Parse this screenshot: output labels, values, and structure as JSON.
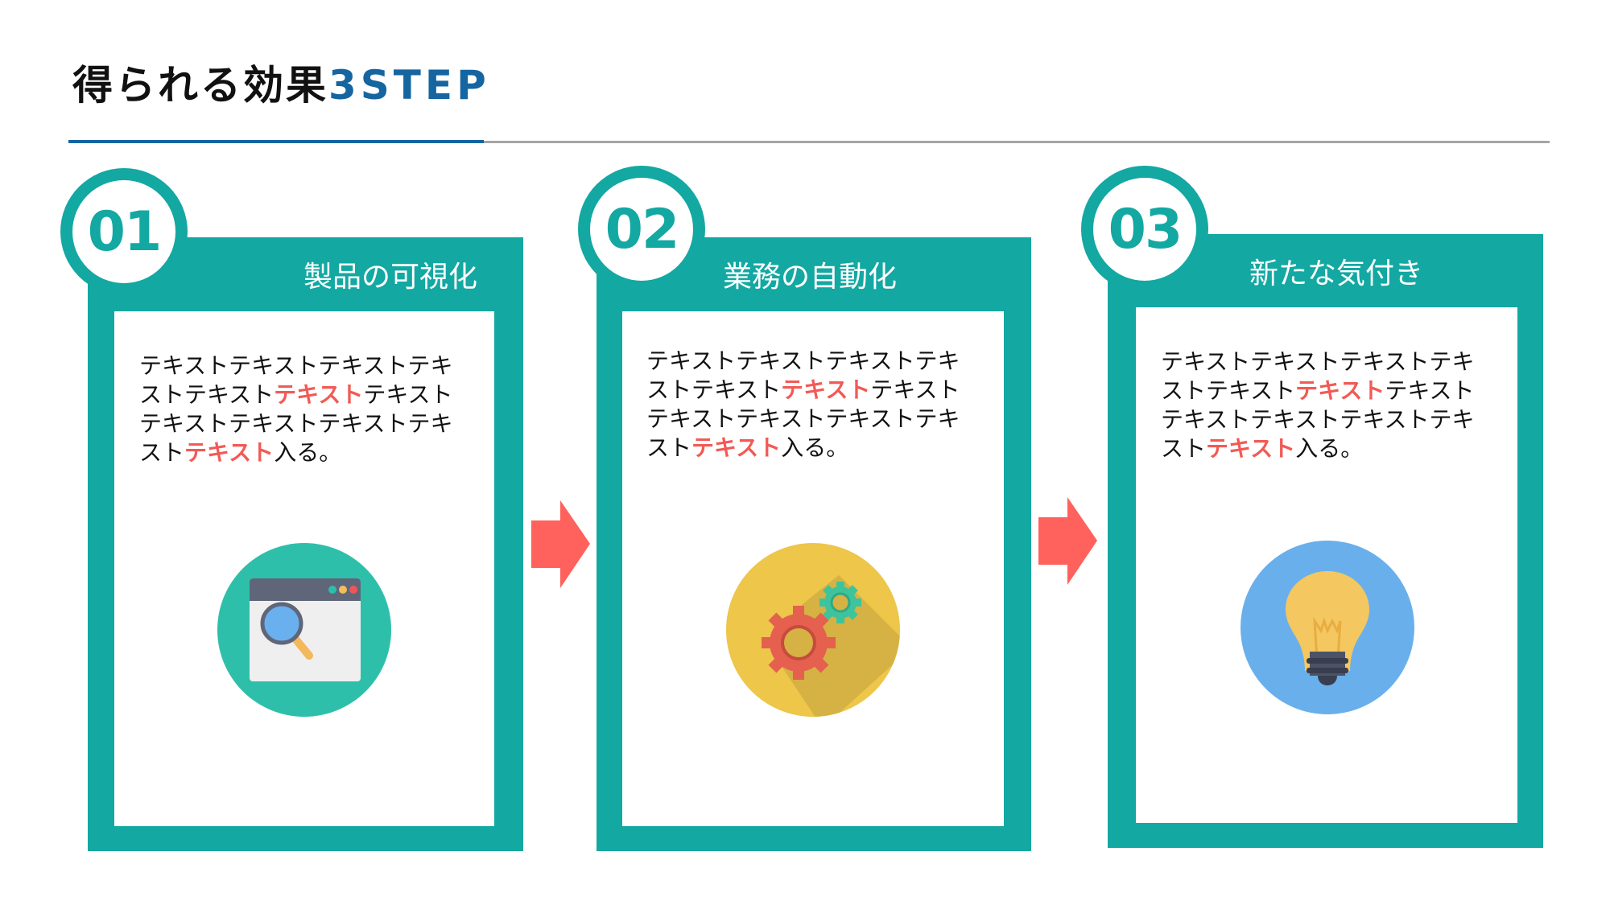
{
  "title": {
    "main": "得られる効果",
    "accent": "3STEP"
  },
  "colors": {
    "teal": "#13a8a2",
    "accent_blue": "#1565a0",
    "highlight_red": "#f25a55",
    "arrow_red": "#ff615c"
  },
  "steps": [
    {
      "number": "01",
      "heading": "製品の可視化",
      "body": {
        "l1": "テキストテキストテキストテキ",
        "l2a": "ストテキスト",
        "l2hl": "テキスト",
        "l2b": "テキスト",
        "l3": "テキストテキストテキストテキ",
        "l4a": "スト",
        "l4hl": "テキスト",
        "l4b": "入る。"
      },
      "icon": "browser-search-icon"
    },
    {
      "number": "02",
      "heading": "業務の自動化",
      "body": {
        "l1": "テキストテキストテキストテキ",
        "l2a": "ストテキスト",
        "l2hl": "テキスト",
        "l2b": "テキスト",
        "l3": "テキストテキストテキストテキ",
        "l4a": "スト",
        "l4hl": "テキスト",
        "l4b": "入る。"
      },
      "icon": "gears-icon"
    },
    {
      "number": "03",
      "heading": "新たな気付き",
      "body": {
        "l1": "テキストテキストテキストテキ",
        "l2a": "ストテキスト",
        "l2hl": "テキスト",
        "l2b": "テキスト",
        "l3": "テキストテキストテキストテキ",
        "l4a": "スト",
        "l4hl": "テキスト",
        "l4b": "入る。"
      },
      "icon": "lightbulb-icon"
    }
  ]
}
